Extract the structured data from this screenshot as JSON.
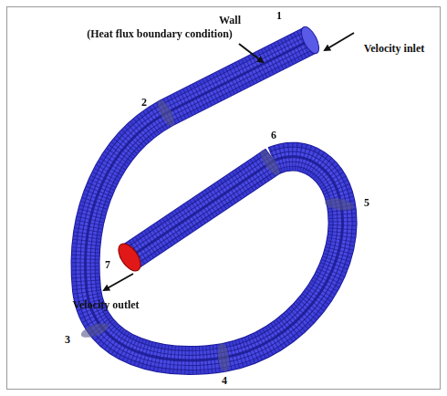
{
  "diagram": {
    "labels": [
      "Wall",
      "(Heat flux boundary condition)",
      "1",
      "Velocity inlet",
      "2",
      "6",
      "5",
      "3",
      "4",
      "7",
      "Velocity outlet"
    ]
  }
}
